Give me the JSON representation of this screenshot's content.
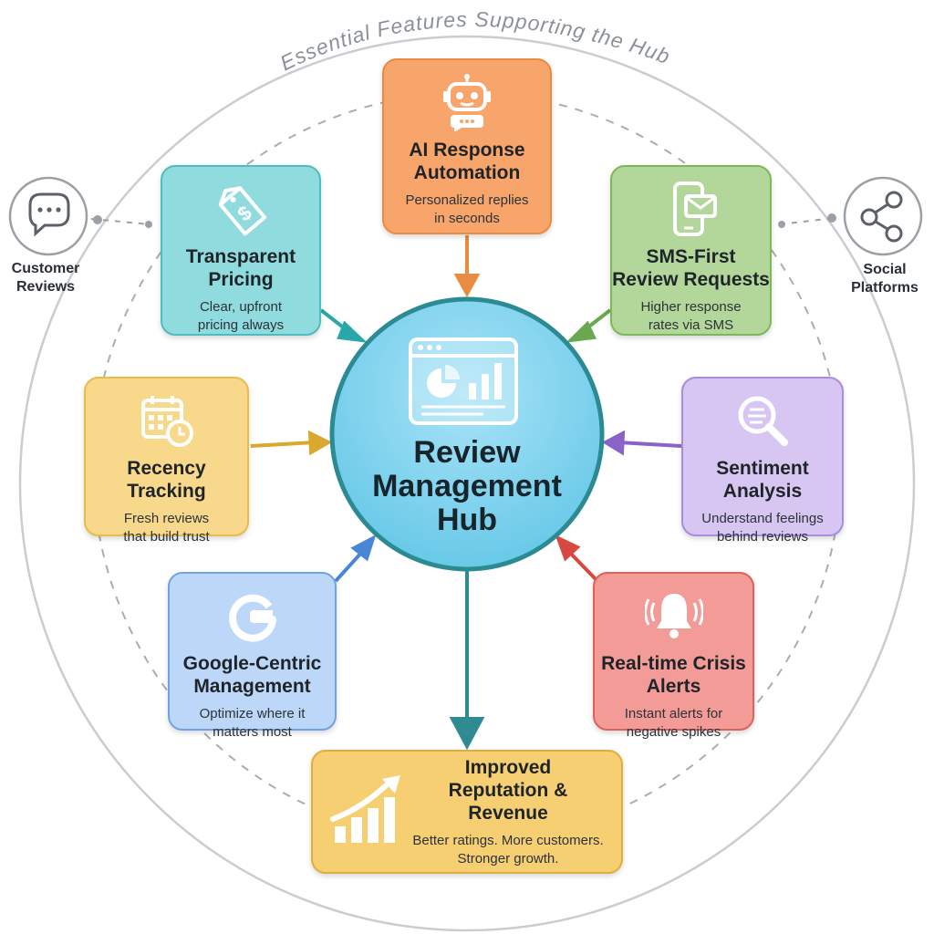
{
  "ring_title": "Essential Features Supporting the Hub",
  "hub": {
    "lines": [
      "Review",
      "Management",
      "Hub"
    ]
  },
  "left_node": {
    "label_lines": [
      "Customer",
      "Reviews"
    ],
    "icon": "chat-bubble-icon"
  },
  "right_node": {
    "label_lines": [
      "Social",
      "Platforms"
    ],
    "icon": "share-icon"
  },
  "features": {
    "ai": {
      "title": [
        "AI Response",
        "Automation"
      ],
      "desc": [
        "Personalized replies",
        "in seconds"
      ],
      "icon": "robot-chat-icon",
      "color": "#e98b40"
    },
    "pricing": {
      "title": [
        "Transparent",
        "Pricing"
      ],
      "desc": [
        "Clear, upfront",
        "pricing always"
      ],
      "icon": "price-tag-icon",
      "color": "#2aa7a9"
    },
    "sms": {
      "title": [
        "SMS-First",
        "Review Requests"
      ],
      "desc": [
        "Higher response",
        "rates via SMS"
      ],
      "icon": "phone-message-icon",
      "color": "#6aa84f"
    },
    "recency": {
      "title": [
        "Recency",
        "Tracking"
      ],
      "desc": [
        "Fresh reviews",
        "that build trust"
      ],
      "icon": "calendar-clock-icon",
      "color": "#d9a82e"
    },
    "sentiment": {
      "title": [
        "Sentiment",
        "Analysis"
      ],
      "desc": [
        "Understand feelings",
        "behind reviews"
      ],
      "icon": "magnifier-icon",
      "color": "#8a63c9"
    },
    "google": {
      "title": [
        "Google-Centric",
        "Management"
      ],
      "desc": [
        "Optimize where it",
        "matters most"
      ],
      "icon": "google-g-icon",
      "color": "#4a86d8"
    },
    "alerts": {
      "title": [
        "Real-time Crisis",
        "Alerts"
      ],
      "desc": [
        "Instant alerts for",
        "negative spikes"
      ],
      "icon": "alarm-bell-icon",
      "color": "#d9483f"
    }
  },
  "outcome": {
    "title": [
      "Improved",
      "Reputation & Revenue"
    ],
    "desc": [
      "Better ratings. More customers.",
      "Stronger growth."
    ],
    "icon": "growth-chart-icon",
    "color": "#2e8b91"
  }
}
